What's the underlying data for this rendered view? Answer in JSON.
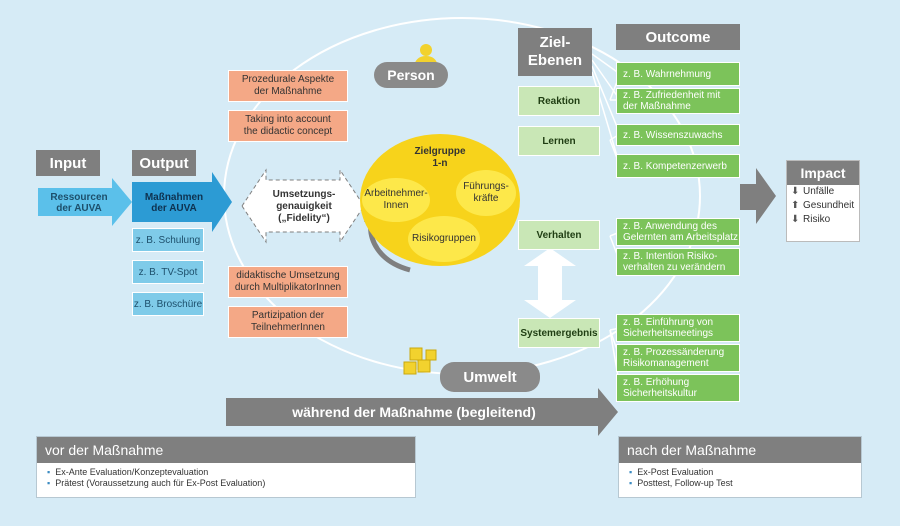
{
  "headers": {
    "input": "Input",
    "output": "Output",
    "ziel_ebenen": "Ziel-\nEbenen",
    "outcome": "Outcome",
    "impact": "Impact"
  },
  "input": {
    "resources": "Ressourcen\nder AUVA"
  },
  "output": {
    "measures": "Maßnahmen\nder AUVA",
    "items": [
      "z. B. Schulung",
      "z. B. TV-Spot",
      "z. B. Broschüre"
    ]
  },
  "process": {
    "top": [
      "Prozedurale Aspekte\nder Maßnahme",
      "Taking into account\nthe didactic concept"
    ],
    "center": "Umsetzungs-\ngenauigkeit\n(„Fidelity“)",
    "bottom": [
      "didaktische Umsetzung\ndurch MultiplikatorInnen",
      "Partizipation der\nTeilnehmerInnen"
    ]
  },
  "circle_labels": {
    "person": "Person",
    "umwelt": "Umwelt"
  },
  "target_group": {
    "title": "Zielgruppe\n1-n",
    "sub": [
      "Arbeitnehmer-\nInnen",
      "Führungs-\nkräfte",
      "Risikogruppen"
    ]
  },
  "levels": [
    "Reaktion",
    "Lernen",
    "Verhalten",
    "Systemergebnis"
  ],
  "outcomes": [
    "z. B. Wahrnehmung",
    "z. B. Zufriedenheit mit\nder Maßnahme",
    "z. B. Wissenszuwachs",
    "z. B. Kompetenzerwerb",
    "z. B. Anwendung des\nGelernten am Arbeitsplatz",
    "z. B. Intention Risiko-\nverhalten zu verändern",
    "z. B. Einführung von\nSicherheitsmeetings",
    "z. B. Prozessänderung\nRisikomanagement",
    "z. B. Erhöhung\nSicherheitskultur"
  ],
  "impact_items": [
    {
      "icon": "arrow-down-icon",
      "label": "Unfälle"
    },
    {
      "icon": "arrow-up-icon",
      "label": "Gesundheit"
    },
    {
      "icon": "arrow-down-icon",
      "label": "Risiko"
    }
  ],
  "during": "während der Maßnahme (begleitend)",
  "before": {
    "title": "vor der Maßnahme",
    "items": [
      "Ex-Ante Evaluation/Konzeptevaluation",
      "Prätest (Voraussetzung auch für Ex-Post Evaluation)"
    ]
  },
  "after": {
    "title": "nach der Maßnahme",
    "items": [
      "Ex-Post Evaluation",
      "Posttest, Follow-up Test"
    ]
  },
  "colors": {
    "background": "#d6ebf6",
    "header_gray": "#7f7f7f",
    "salmon": "#f4a886",
    "light_blue": "#7fcbe9",
    "green": "#7cc35a",
    "light_green": "#c9e7b6",
    "yellow": "#fde84a"
  }
}
